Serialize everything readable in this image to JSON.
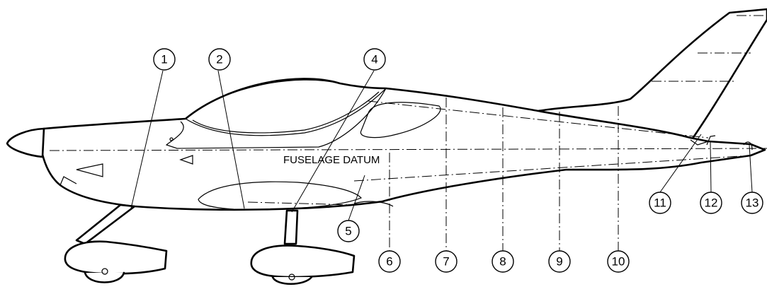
{
  "diagram": {
    "datum_label": "FUSELAGE DATUM",
    "stations": [
      {
        "id": 1,
        "label": "1"
      },
      {
        "id": 2,
        "label": "2"
      },
      {
        "id": 3,
        "label": "4"
      },
      {
        "id": 4,
        "label": "5"
      },
      {
        "id": 5,
        "label": "6"
      },
      {
        "id": 6,
        "label": "7"
      },
      {
        "id": 7,
        "label": "8"
      },
      {
        "id": 8,
        "label": "9"
      },
      {
        "id": 9,
        "label": "10"
      },
      {
        "id": 10,
        "label": "11"
      },
      {
        "id": 11,
        "label": "12"
      },
      {
        "id": 12,
        "label": "13"
      }
    ]
  }
}
